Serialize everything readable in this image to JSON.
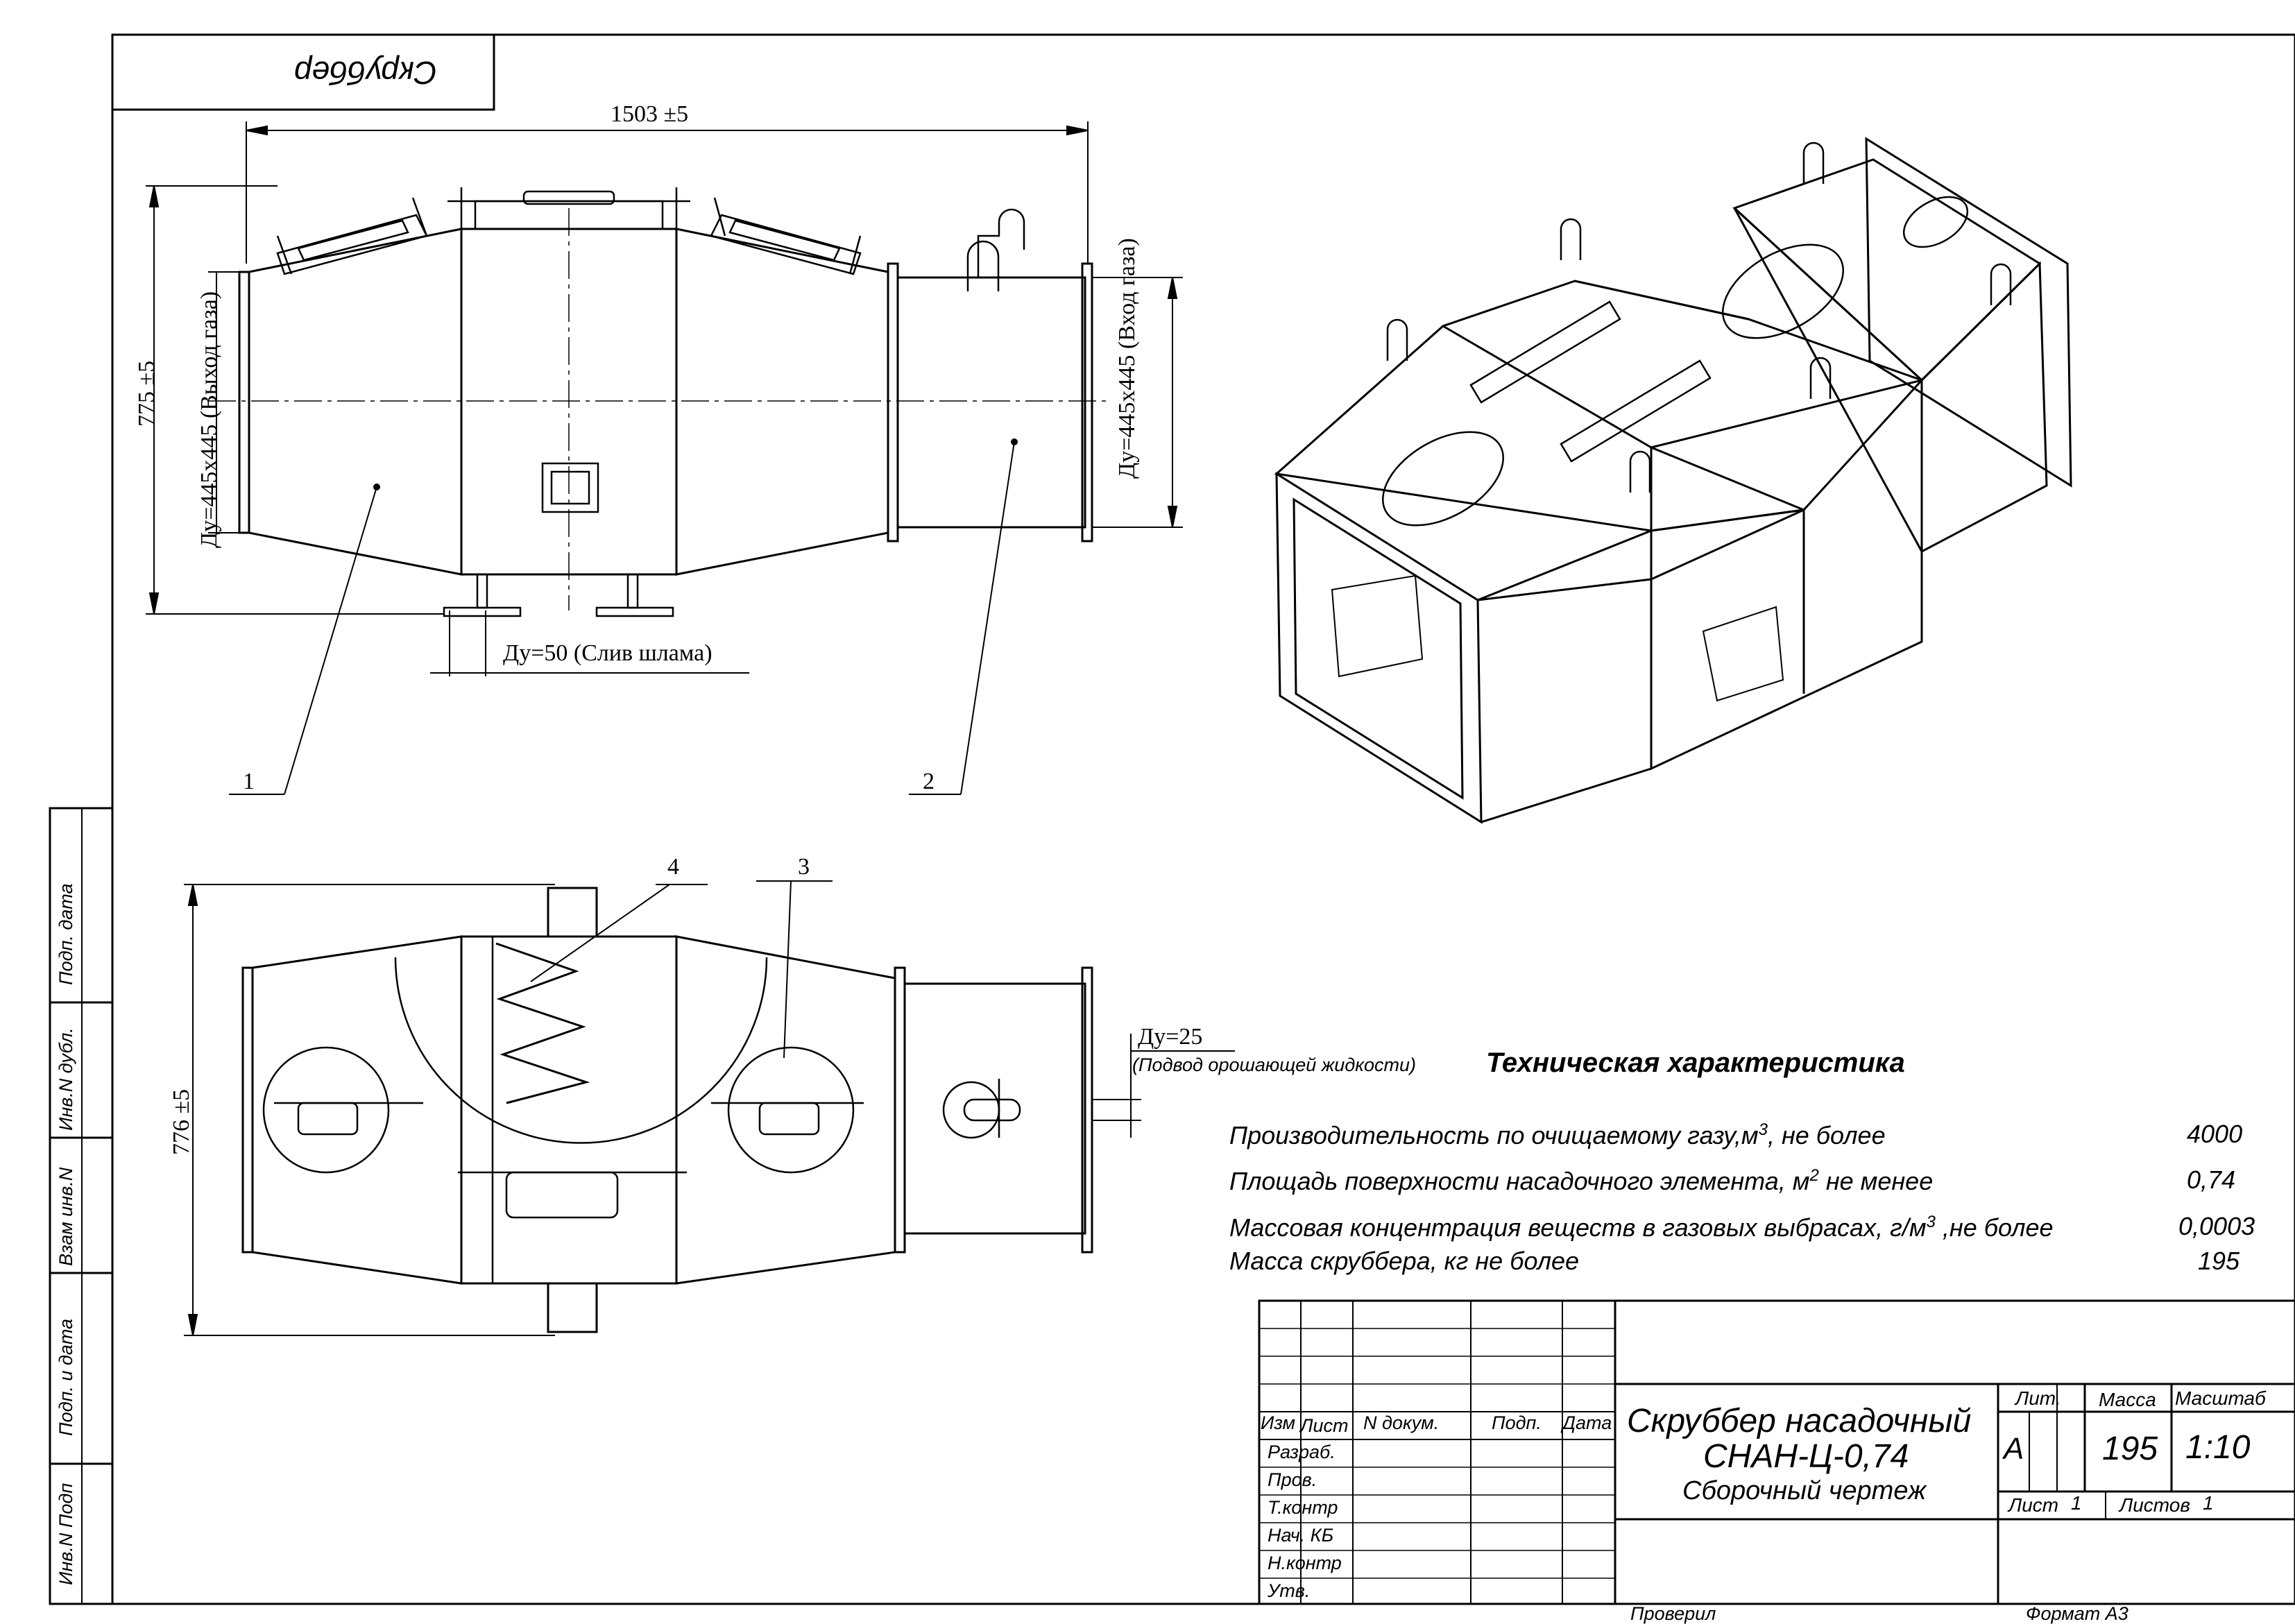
{
  "stamp_mirrored": "Скруббер",
  "dimensions": {
    "overall_length": "1503 ±5",
    "overall_height_side": "775 ±5",
    "outlet": "Ду=445х445 (Выход газа)",
    "inlet": "Ду=445х445 (Вход газа)",
    "drain": "Ду=50 (Слив шлама)",
    "overall_height_top": "776 ±5",
    "spray_size": "Ду=25",
    "spray_desc": "(Подвод орошающей жидкости)"
  },
  "callouts": [
    "1",
    "2",
    "3",
    "4"
  ],
  "tech": {
    "title": "Техническая характеристика",
    "rows": [
      {
        "label": "Производительность по очищаемому газу,м",
        "sup": "3",
        "tail": ", не более",
        "value": "4000"
      },
      {
        "label": "Площадь поверхности насадочного элемента, м",
        "sup": "2",
        "tail": " не менее",
        "value": "0,74"
      },
      {
        "label": "Массовая концентрация веществ в газовых выбрасах, г/м",
        "sup": "3",
        "tail": " ,не более",
        "value": "0,0003"
      },
      {
        "label": "Масса скруббера, кг не более",
        "sup": "",
        "tail": "",
        "value": "195"
      }
    ]
  },
  "title_block": {
    "headers": [
      "Изм",
      "Лист",
      "N  докум.",
      "Подп.",
      "Дата"
    ],
    "roles": [
      "Разраб.",
      "Пров.",
      "Т.контр",
      "Нач. КБ",
      "Н.контр",
      "Утв."
    ],
    "name_line1": "Скруббер насадочный",
    "name_line2": "СНАН-Ц-0,74",
    "doc_type": "Сборочный чертеж",
    "lit_header": "Лит.",
    "mass_header": "Масса",
    "scale_header": "Масштаб",
    "lit_value": "А",
    "mass_value": "195",
    "scale_value": "1:10",
    "sheet": "Лист",
    "sheet_no": "1",
    "sheets": "Листов",
    "sheets_no": "1"
  },
  "footer": {
    "checked": "Проверил",
    "format": "Формат А3"
  },
  "side_strip": [
    "Подп. дата",
    "Инв.N дубл.",
    "Взам инв.N",
    "Подп. и дата",
    "Инв.N Подп"
  ]
}
